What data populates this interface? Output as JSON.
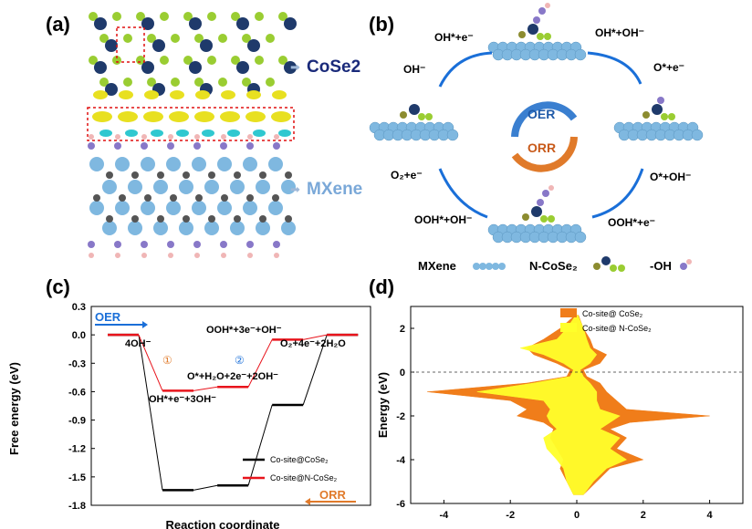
{
  "panels": {
    "a": {
      "label": "(a)",
      "cose2_label": "CoSe2",
      "mxene_label": "MXene",
      "colors": {
        "co": "#1f3a6b",
        "se": "#9acd32",
        "ti": "#7fb8e0",
        "c": "#555555",
        "n": "#8878c8",
        "h": "#f0b6b6",
        "isosurface_yellow": "#e8e020",
        "isosurface_cyan": "#30c8d0"
      }
    },
    "b": {
      "label": "(b)",
      "oer": "OER",
      "orr": "ORR",
      "reactions": {
        "top_left": "OH*+e⁻",
        "left": "OH⁻",
        "top_right": "OH*+OH⁻",
        "right": "O*+e⁻",
        "bottom_left_a": "O₂+e⁻",
        "bottom_left_b": "OOH*+OH⁻",
        "bottom_right_a": "O*+OH⁻",
        "bottom_right_b": "OOH*+e⁻"
      },
      "legend": {
        "mxene": "MXene",
        "ncose2": "N-CoSe₂",
        "oh": "-OH"
      }
    },
    "c": {
      "label": "(c)"
    },
    "d": {
      "label": "(d)"
    }
  },
  "chart_data": [
    {
      "type": "line",
      "panel": "c",
      "xlabel": "Reaction coordinate",
      "ylabel": "Free energy (eV)",
      "ylim": [
        -1.8,
        0.3
      ],
      "yticks": [
        "0.3",
        "0.0",
        "-0.3",
        "-0.6",
        "-0.9",
        "-1.2",
        "-1.5",
        "-1.8"
      ],
      "x": [
        0,
        1,
        2,
        3,
        4
      ],
      "series": [
        {
          "name": "Co-site@CoSe₂",
          "color": "#000000",
          "values": [
            0.0,
            -1.64,
            -1.59,
            -0.74,
            0.0
          ]
        },
        {
          "name": "Co-site@N-CoSe₂",
          "color": "#e8141c",
          "values": [
            0.0,
            -0.59,
            -0.55,
            -0.05,
            0.0
          ]
        }
      ],
      "annotations": {
        "oer": "OER",
        "orr": "ORR",
        "state0": "4OH⁻",
        "state1": "OH*+e⁻+3OH⁻",
        "state2": "O*+H₂O+2e⁻+2OH⁻",
        "state3": "OOH*+3e⁻+OH⁻",
        "state4": "O₂+4e⁻+2H₂O",
        "step1": "①",
        "step2": "②"
      }
    },
    {
      "type": "area",
      "panel": "d",
      "xlabel": "",
      "ylabel": "Energy (eV)",
      "xlim": [
        -5,
        5
      ],
      "ylim": [
        -6,
        3
      ],
      "xticks": [
        "-4",
        "-2",
        "0",
        "2",
        "4"
      ],
      "yticks": [
        "2",
        "0",
        "-2",
        "-4",
        "-6"
      ],
      "fermi_level": 0,
      "series": [
        {
          "name": "Co-site@ CoSe₂",
          "color": "#f07d1a",
          "y": [
            2.6,
            2.0,
            1.5,
            1.1,
            0.8,
            0.4,
            0.1,
            -0.2,
            -0.5,
            -0.9,
            -1.3,
            -1.7,
            -2.0,
            -2.3,
            -2.6,
            -3.0,
            -3.5,
            -4.0,
            -4.4,
            -5.0,
            -5.6
          ],
          "pos": [
            0.05,
            0.2,
            0.4,
            0.5,
            0.9,
            0.7,
            0.2,
            0.3,
            0.7,
            0.9,
            1.2,
            1.5,
            4.0,
            1.6,
            1.0,
            1.5,
            1.2,
            2.0,
            1.0,
            0.6,
            0.2
          ],
          "neg": [
            0.05,
            0.5,
            1.0,
            1.5,
            1.3,
            0.6,
            0.2,
            0.3,
            1.5,
            4.5,
            2.0,
            1.5,
            1.8,
            1.0,
            0.7,
            0.8,
            0.6,
            0.4,
            0.5,
            0.3,
            0.1
          ]
        },
        {
          "name": "Co-site@ N-CoSe₂",
          "color": "#ffff2a",
          "y": [
            2.6,
            2.0,
            1.5,
            1.1,
            0.8,
            0.4,
            0.1,
            -0.2,
            -0.5,
            -0.9,
            -1.3,
            -1.7,
            -2.0,
            -2.3,
            -2.6,
            -3.0,
            -3.5,
            -4.0,
            -4.4,
            -5.0,
            -5.6
          ],
          "pos": [
            0.03,
            0.2,
            0.3,
            0.4,
            0.6,
            0.4,
            0.1,
            0.2,
            0.4,
            0.6,
            0.6,
            0.7,
            1.3,
            1.0,
            0.7,
            1.3,
            1.0,
            1.5,
            0.9,
            0.5,
            0.2
          ],
          "neg": [
            0.03,
            0.3,
            0.6,
            1.7,
            1.0,
            0.4,
            0.1,
            0.2,
            1.3,
            3.0,
            1.0,
            0.8,
            0.9,
            0.8,
            0.6,
            1.0,
            0.9,
            0.6,
            0.4,
            0.3,
            0.1
          ]
        }
      ]
    }
  ]
}
